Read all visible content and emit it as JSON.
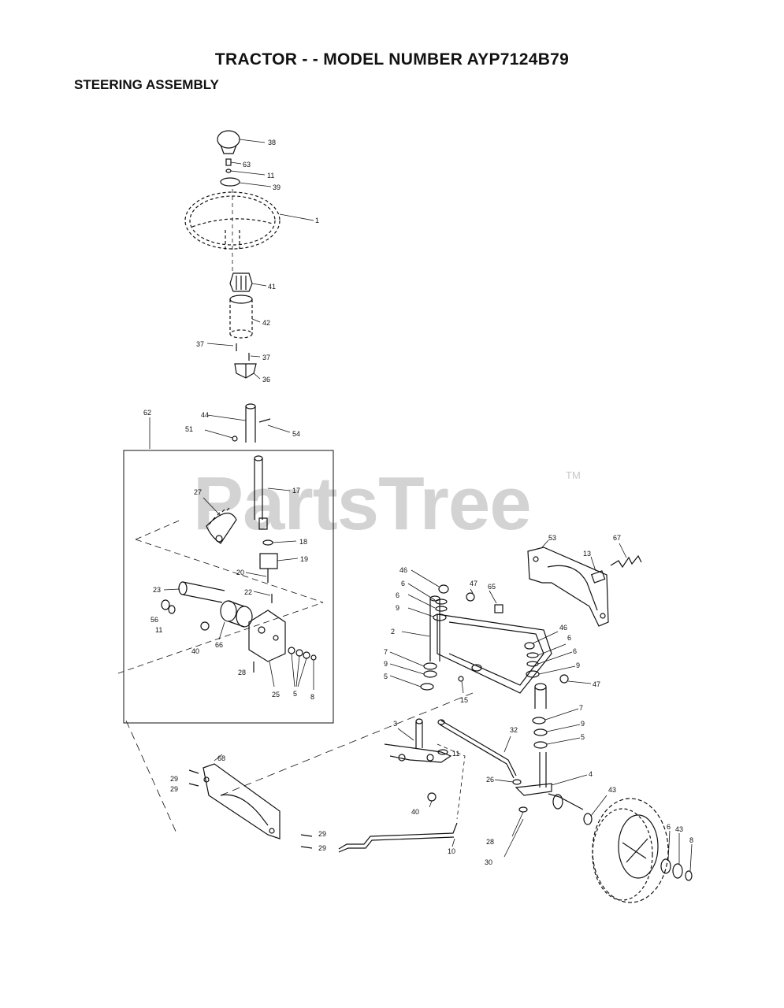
{
  "header": {
    "title": "TRACTOR - - MODEL NUMBER AYP7124B79",
    "subtitle": "STEERING ASSEMBLY"
  },
  "watermark": {
    "text": "PartsTree",
    "trademark": "TM"
  },
  "parts": [
    {
      "n": "38"
    },
    {
      "n": "63"
    },
    {
      "n": "11"
    },
    {
      "n": "39"
    },
    {
      "n": "1"
    },
    {
      "n": "41"
    },
    {
      "n": "42"
    },
    {
      "n": "37"
    },
    {
      "n": "37"
    },
    {
      "n": "36"
    },
    {
      "n": "62"
    },
    {
      "n": "44"
    },
    {
      "n": "51"
    },
    {
      "n": "54"
    },
    {
      "n": "17"
    },
    {
      "n": "27"
    },
    {
      "n": "18"
    },
    {
      "n": "19"
    },
    {
      "n": "20"
    },
    {
      "n": "22"
    },
    {
      "n": "23"
    },
    {
      "n": "56"
    },
    {
      "n": "11"
    },
    {
      "n": "40"
    },
    {
      "n": "66"
    },
    {
      "n": "28"
    },
    {
      "n": "25"
    },
    {
      "n": "5"
    },
    {
      "n": "8"
    },
    {
      "n": "68"
    },
    {
      "n": "29"
    },
    {
      "n": "29"
    },
    {
      "n": "29"
    },
    {
      "n": "29"
    },
    {
      "n": "3"
    },
    {
      "n": "11"
    },
    {
      "n": "40"
    },
    {
      "n": "10"
    },
    {
      "n": "32"
    },
    {
      "n": "26"
    },
    {
      "n": "28"
    },
    {
      "n": "30"
    },
    {
      "n": "46"
    },
    {
      "n": "6"
    },
    {
      "n": "6"
    },
    {
      "n": "9"
    },
    {
      "n": "47"
    },
    {
      "n": "65"
    },
    {
      "n": "2"
    },
    {
      "n": "7"
    },
    {
      "n": "9"
    },
    {
      "n": "5"
    },
    {
      "n": "15"
    },
    {
      "n": "46"
    },
    {
      "n": "6"
    },
    {
      "n": "6"
    },
    {
      "n": "9"
    },
    {
      "n": "47"
    },
    {
      "n": "7"
    },
    {
      "n": "9"
    },
    {
      "n": "5"
    },
    {
      "n": "4"
    },
    {
      "n": "43"
    },
    {
      "n": "6"
    },
    {
      "n": "43"
    },
    {
      "n": "8"
    },
    {
      "n": "53"
    },
    {
      "n": "13"
    },
    {
      "n": "67"
    }
  ],
  "colors": {
    "ink": "#111111",
    "watermark": "#d3d3d3"
  }
}
